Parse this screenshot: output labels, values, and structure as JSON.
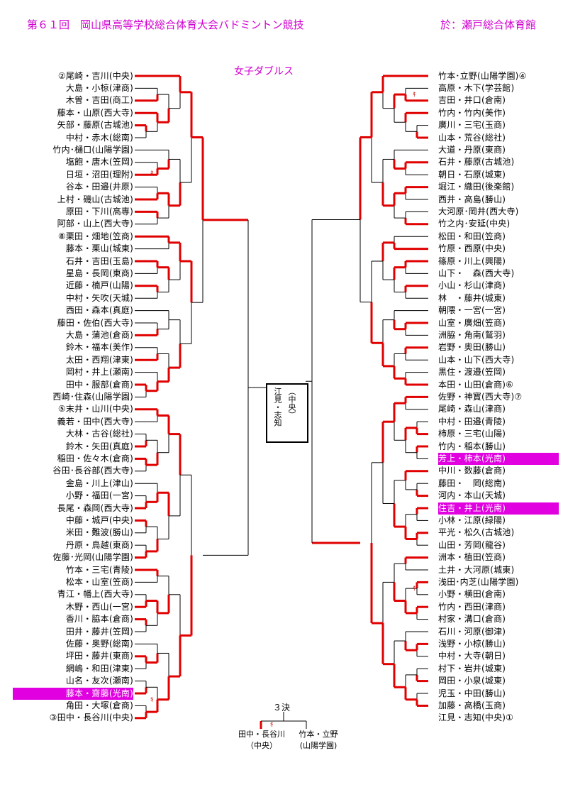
{
  "header": {
    "title": "第６１回　岡山県高等学校総合体育大会バドミントン競技",
    "venue": "於：瀬戸総合体育館",
    "event": "女子ダブルス"
  },
  "left_entries": [
    "②尾崎・吉川(中央)",
    "大島・小椋(津商)",
    "木曽・吉田(商工)",
    "藤本・山原(西大寺)",
    "矢部・藤原(古城池)",
    "中村・赤木(総南)",
    "竹内･樋口(山陽学園)",
    "塩飽・唐木(笠岡)",
    "日垣・沼田(理附)",
    "谷本・田邉(井原)",
    "上村・磯山(古城池)",
    "原田・下川(高専)",
    "阿部・山上(西大寺)",
    "⑧栗田・畑地(笠商)",
    "藤本・栗山(城東)",
    "石井・吉田(玉島)",
    "星島・長岡(東商)",
    "近藤・楠戸(山陽)",
    "中村・矢吹(天城)",
    "西田・森本(真庭)",
    "藤田・佐伯(西大寺)",
    "大島・蒲池(倉商)",
    "鈴木・福本(美作)",
    "太田・西翔(津東)",
    "岡村・井上(瀬南)",
    "田中・服部(倉商)",
    "西崎･住森(山陽学園)",
    "⑤末井・山川(中央)",
    "義若・田中(西大寺)",
    "大林・古谷(総社)",
    "鈴木・矢田(真庭)",
    "稲田・佐々木(倉商)",
    "谷田･長谷部(西大寺)",
    "金島・川上(津山)",
    "小野・福田(一宮)",
    "長尾・森岡(西大寺)",
    "中藤・城戸(中央)",
    "米田・難波(勝山)",
    "丹原・鳥越(東商)",
    "佐藤･光岡(山陽学園)",
    "竹本・三宅(青陵)",
    "松本・山室(笠商)",
    "青江・幡上(西大寺)",
    "木野・西山(一宮)",
    "香川・脇本(倉商)",
    "田井・藤井(笠岡)",
    "佐藤・奥野(総南)",
    "坪田・藤井(東商)",
    "網嶋・和田(津東)",
    "山名・友次(瀬南)",
    "藤本・齋藤(光南)",
    "角田・大塚(倉商)",
    "③田中・長谷川(中央)"
  ],
  "right_entries": [
    "竹本･立野(山陽学園)④",
    "高原・木下(学芸館)",
    "吉田・井口(倉南)",
    "竹内・竹内(美作)",
    "廣川・三宅(玉商)",
    "山本・荒谷(総社)",
    "大道・丹原(東商)",
    "石井・藤原(古城池)",
    "朝日・石原(城東)",
    "堀江・織田(後楽館)",
    "西井・高島(勝山)",
    "大河原･岡井(西大寺)",
    "竹之内･安延(中央)",
    "松田・和田(笠商)",
    "竹原・西原(中央)",
    "篠原・川上(興陽)",
    "山下・　森(西大寺)",
    "小山・杉山(津商)",
    "林　・藤井(城東)",
    "朝隈・一宮(一宮)",
    "山室・廣畑(笠商)",
    "洲脇・角南(鷲羽)",
    "岩野・奥田(勝山)",
    "山本・山下(西大寺)",
    "黒住・渡邉(笠岡)",
    "本田・山田(倉商)⑥",
    "佐野・神寳(西大寺)⑦",
    "尾崎・森山(津商)",
    "中村・田邉(青陵)",
    "柿原・三宅(山陽)",
    "竹内・稲本(勝山)",
    "芳上・柿本(光南)",
    "中川・数藤(倉商)",
    "藤田・　岡(総南)",
    "河内・本山(天城)",
    "住吉・井上(光南)",
    "小林・江原(緑陽)",
    "平光・松久(古城池)",
    "山田・芳岡(龍谷)",
    "洲本・植田(笠商)",
    "土井・大河原(城東)",
    "浅田･内芝(山陽学園)",
    "小野・横田(倉南)",
    "竹内・西田(津商)",
    "村家・溝口(倉商)",
    "石川・河原(御津)",
    "浅野・小椋(勝山)",
    "中村・大寺(朝日)",
    "村下・岩井(城東)",
    "岡田・小泉(城東)",
    "児玉・中田(勝山)",
    "加藤・高橋(玉商)",
    "江見・志知(中央)①"
  ],
  "champion": {
    "line1": "江見・志知",
    "line2": "（中央）"
  },
  "third_place": {
    "title": "３決",
    "left_names": "田中・長谷川",
    "left_school": "（中央）",
    "right_names": "竹本・立野",
    "right_school": "(山陽学園)"
  },
  "annotation_mark": "ｷ",
  "colors": {
    "accent": "#d000d0",
    "win_line": "#e00000",
    "highlight": "#e000e0"
  }
}
